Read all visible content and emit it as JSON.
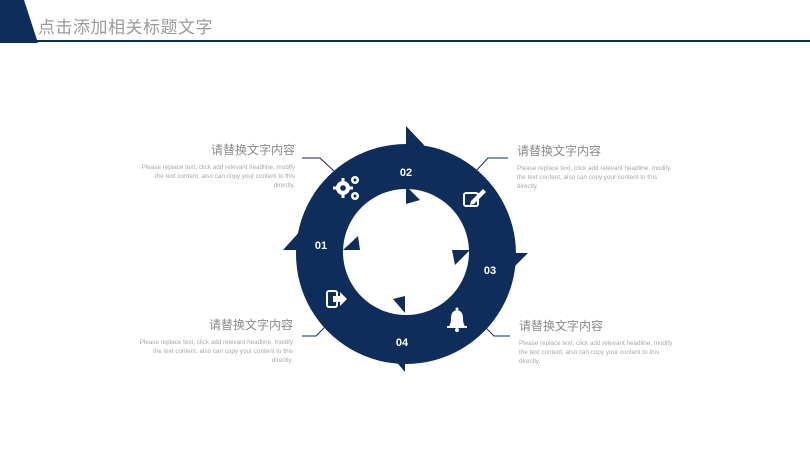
{
  "header": {
    "title": "点击添加相关标题文字",
    "accent": "#0f2d5a"
  },
  "cycle": {
    "color": "#0f2d5a",
    "steps": [
      {
        "num": "01",
        "icon": "gears-icon"
      },
      {
        "num": "02",
        "icon": "edit-icon"
      },
      {
        "num": "03",
        "icon": "bell-icon"
      },
      {
        "num": "04",
        "icon": "exit-icon"
      }
    ]
  },
  "blocks": [
    {
      "title": "请替换文字内容",
      "desc": "Please replace text, click add relevant headline, modify the text content, also can copy your content to this directly."
    },
    {
      "title": "请替换文字内容",
      "desc": "Please replace text, click add relevant headline, modify the text content, also can copy your content to this directly."
    },
    {
      "title": "请替换文字内容",
      "desc": "Please replace text, click add relevant headline, modify the text content, also can copy your content to this directly."
    },
    {
      "title": "请替换文字内容",
      "desc": "Please replace text, click add relevant headline, modify the text content, also can copy your content to this directly."
    }
  ]
}
